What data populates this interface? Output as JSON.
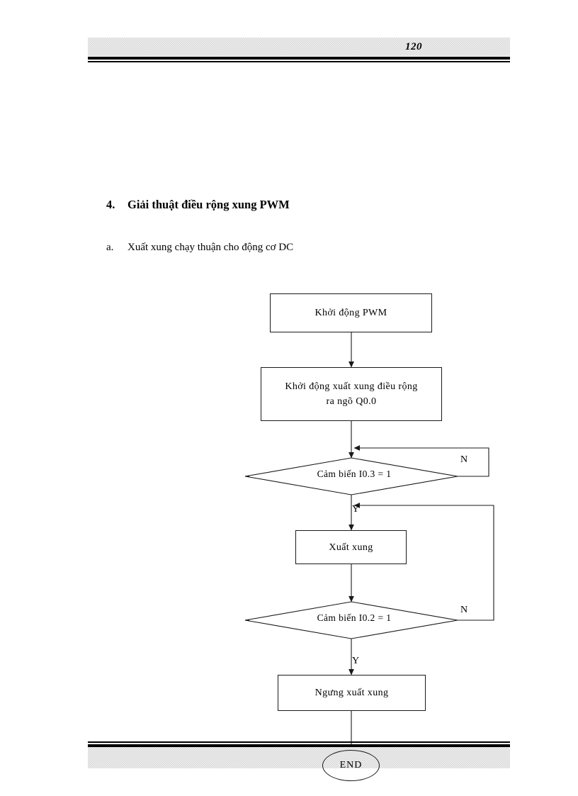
{
  "page": {
    "number": "120"
  },
  "headings": {
    "section": {
      "marker": "4.",
      "text": "Giải thuật điều rộng xung PWM"
    },
    "subsection": {
      "marker": "a.",
      "text": "Xuất xung chạy thuận cho động cơ DC"
    }
  },
  "flowchart": {
    "type": "flowchart",
    "nodes": [
      {
        "id": "start",
        "shape": "process",
        "text": "Khởi động PWM"
      },
      {
        "id": "init",
        "shape": "process",
        "line1": "Khởi động xuất xung điều rộng",
        "line2": "ra ngõ Q0.0"
      },
      {
        "id": "cond1",
        "shape": "decision",
        "text": "Cảm biến I0.3 = 1"
      },
      {
        "id": "pulse_out",
        "shape": "process",
        "text": "Xuất xung"
      },
      {
        "id": "cond2",
        "shape": "decision",
        "text": "Cảm biến I0.2 = 1"
      },
      {
        "id": "pulse_stop",
        "shape": "process",
        "text": "Ngưng xuất xung"
      },
      {
        "id": "end",
        "shape": "terminator",
        "text": "END"
      }
    ],
    "branches": {
      "cond1_no": "N",
      "cond1_yes": "Y",
      "cond2_no": "N",
      "cond2_yes": "Y"
    }
  },
  "colors": {
    "ink": "#1a1a1a",
    "band": "#d4d4d4",
    "paper": "#ffffff"
  }
}
